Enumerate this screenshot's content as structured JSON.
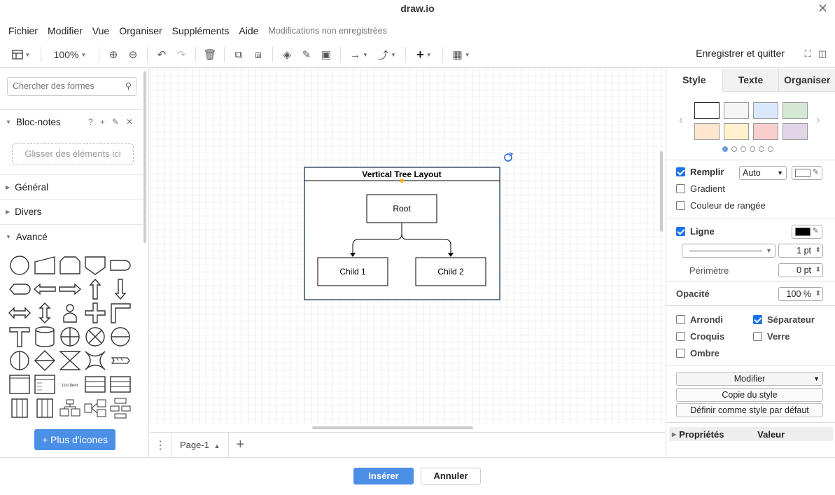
{
  "window": {
    "title": "draw.io"
  },
  "menu": {
    "items": [
      "Fichier",
      "Modifier",
      "Vue",
      "Organiser",
      "Suppléments",
      "Aide"
    ],
    "status": "Modifications non enregistrées"
  },
  "toolbar": {
    "zoom": "100%",
    "save_quit": "Enregistrer et quitter"
  },
  "sidebar": {
    "search_placeholder": "Chercher des formes",
    "scratchpad": {
      "title": "Bloc-notes",
      "help": "?",
      "drop_hint": "Glisser des éléments ici"
    },
    "sections": [
      "Général",
      "Divers",
      "Avancé"
    ],
    "more_icons": "+ Plus d'icones",
    "list_item_label": "List Item"
  },
  "diagram": {
    "container_title": "Vertical Tree Layout",
    "root": "Root",
    "children": [
      "Child 1",
      "Child 2"
    ]
  },
  "pages": {
    "current": "Page-1"
  },
  "format_panel": {
    "tabs": [
      "Style",
      "Texte",
      "Organiser"
    ],
    "swatch_colors": [
      "#ffffff",
      "#f5f5f5",
      "#dae8fc",
      "#d5e8d4",
      "#ffe6cc",
      "#fff2cc",
      "#f8cecc",
      "#e1d5e7"
    ],
    "fill": {
      "label": "Remplir",
      "checked": true,
      "mode": "Auto",
      "color": "#ffffff"
    },
    "gradient": {
      "label": "Gradient",
      "checked": false
    },
    "row_color": {
      "label": "Couleur de rangée",
      "checked": false
    },
    "line": {
      "label": "Ligne",
      "checked": true,
      "color": "#000000",
      "width": "1 pt"
    },
    "perimeter": {
      "label": "Périmètre",
      "value": "0 pt"
    },
    "opacity": {
      "label": "Opacité",
      "value": "100 %"
    },
    "rounded": {
      "label": "Arrondi",
      "checked": false
    },
    "separator": {
      "label": "Séparateur",
      "checked": true
    },
    "sketch": {
      "label": "Croquis",
      "checked": false
    },
    "glass": {
      "label": "Verre",
      "checked": false
    },
    "shadow": {
      "label": "Ombre",
      "checked": false
    },
    "edit_button": "Modifier",
    "copy_style": "Copie du style",
    "set_default": "Définir comme style par défaut",
    "properties": {
      "col1": "Propriétés",
      "col2": "Valeur"
    }
  },
  "footer": {
    "insert": "Insérer",
    "cancel": "Annuler"
  }
}
